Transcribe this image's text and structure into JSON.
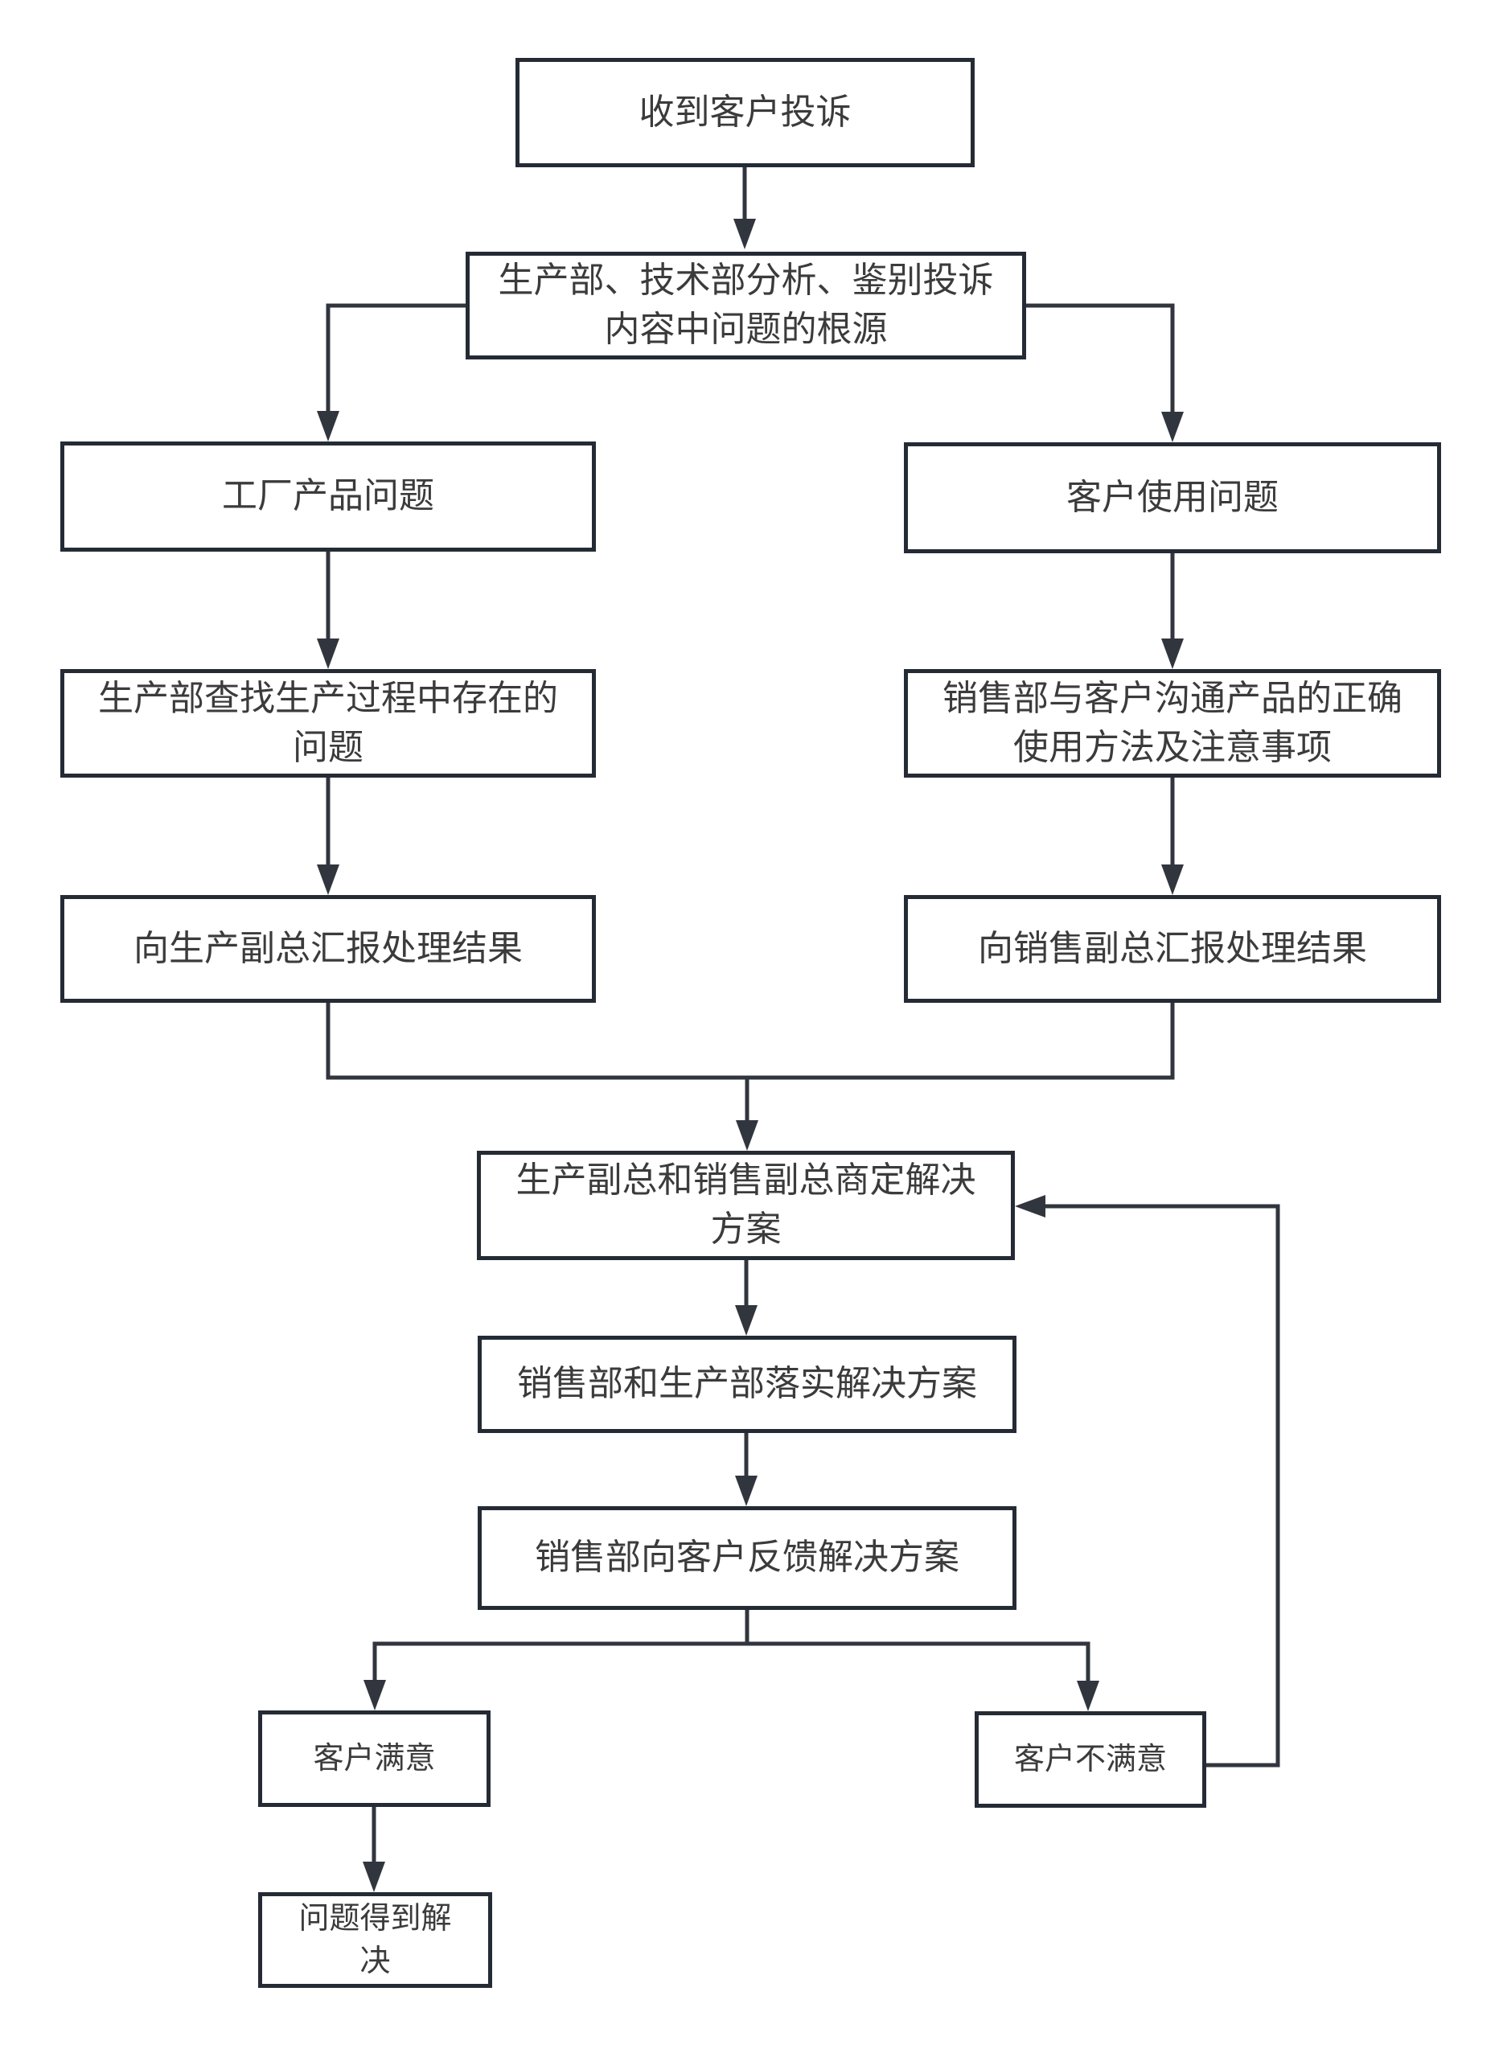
{
  "diagram": {
    "type": "flowchart",
    "background": "#ffffff",
    "colors": {
      "node_border": "#252b35",
      "node_fill": "#ffffff",
      "connector": "#31363e",
      "text": "#3b3b3b"
    },
    "nodes": [
      {
        "id": "receive-complaint",
        "label": "收到客户投诉"
      },
      {
        "id": "analyze-root-cause",
        "label": "生产部、技术部分析、鉴别投诉\n内容中问题的根源"
      },
      {
        "id": "factory-product-problem",
        "label": "工厂产品问题"
      },
      {
        "id": "customer-usage-problem",
        "label": "客户使用问题"
      },
      {
        "id": "production-investigate",
        "label": "生产部查找生产过程中存在的\n问题"
      },
      {
        "id": "sales-communicate",
        "label": "销售部与客户沟通产品的正确\n使用方法及注意事项"
      },
      {
        "id": "report-production-vp",
        "label": "向生产副总汇报处理结果"
      },
      {
        "id": "report-sales-vp",
        "label": "向销售副总汇报处理结果"
      },
      {
        "id": "vps-decide-solution",
        "label": "生产副总和销售副总商定解决\n方案"
      },
      {
        "id": "implement-solution",
        "label": "销售部和生产部落实解决方案"
      },
      {
        "id": "feedback-to-customer",
        "label": "销售部向客户反馈解决方案"
      },
      {
        "id": "customer-satisfied",
        "label": "客户满意"
      },
      {
        "id": "customer-unsatisfied",
        "label": "客户不满意"
      },
      {
        "id": "problem-solved",
        "label": "问题得到解\n决"
      }
    ],
    "edges": [
      {
        "from": "receive-complaint",
        "to": "analyze-root-cause"
      },
      {
        "from": "analyze-root-cause",
        "to": "factory-product-problem"
      },
      {
        "from": "analyze-root-cause",
        "to": "customer-usage-problem"
      },
      {
        "from": "factory-product-problem",
        "to": "production-investigate"
      },
      {
        "from": "customer-usage-problem",
        "to": "sales-communicate"
      },
      {
        "from": "production-investigate",
        "to": "report-production-vp"
      },
      {
        "from": "sales-communicate",
        "to": "report-sales-vp"
      },
      {
        "from": "report-production-vp",
        "to": "vps-decide-solution"
      },
      {
        "from": "report-sales-vp",
        "to": "vps-decide-solution"
      },
      {
        "from": "vps-decide-solution",
        "to": "implement-solution"
      },
      {
        "from": "implement-solution",
        "to": "feedback-to-customer"
      },
      {
        "from": "feedback-to-customer",
        "to": "customer-satisfied"
      },
      {
        "from": "feedback-to-customer",
        "to": "customer-unsatisfied"
      },
      {
        "from": "customer-satisfied",
        "to": "problem-solved"
      },
      {
        "from": "customer-unsatisfied",
        "to": "vps-decide-solution"
      }
    ]
  }
}
